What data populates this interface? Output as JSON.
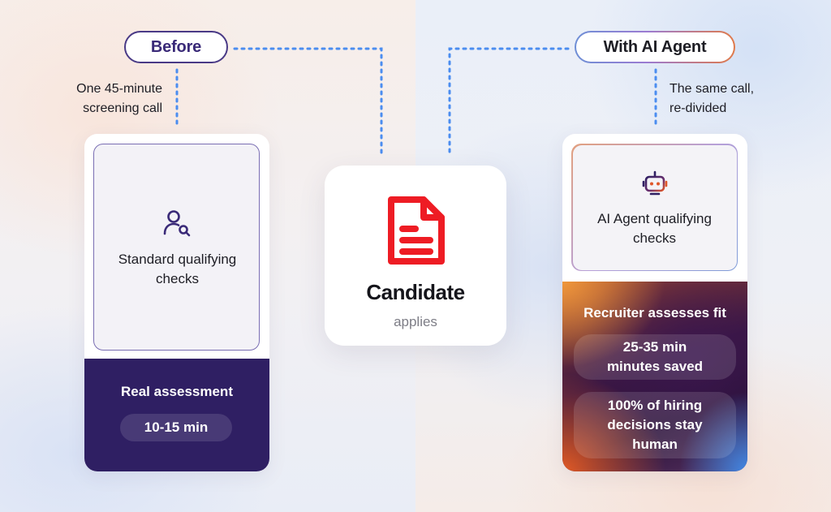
{
  "before": {
    "pill_label": "Before",
    "note_line1": "One 45-minute",
    "note_line2": "screening call",
    "card": {
      "checks_line1": "Standard qualifying",
      "checks_line2": "checks",
      "icon": "user-search-icon",
      "footer_title": "Real assessment",
      "footer_chip": "10-15 min"
    }
  },
  "center": {
    "icon": "document-icon",
    "title": "Candidate",
    "subtitle": "applies"
  },
  "ai": {
    "pill_label": "With AI Agent",
    "note_line1": "The same call,",
    "note_line2": "re-divided",
    "card": {
      "icon": "robot-icon",
      "checks_line1": "AI Agent qualifying",
      "checks_line2": "checks",
      "footer_title": "Recruiter assesses fit",
      "chip1_line1": "25-35 min",
      "chip1_line2": "minutes saved",
      "chip2_line1": "100% of hiring",
      "chip2_line2": "decisions stay",
      "chip2_line3": "human"
    }
  },
  "colors": {
    "before_accent": "#3a2a78",
    "before_footer": "#2f1f63",
    "connector": "#4b8df0",
    "document_red": "#ee1c24"
  }
}
